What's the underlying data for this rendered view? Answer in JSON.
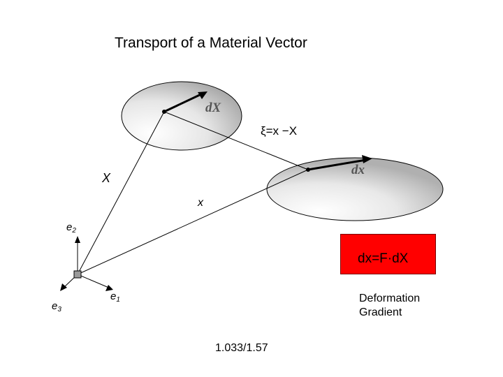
{
  "title": "Transport of a Material Vector",
  "labels": {
    "dX": "dX",
    "dx": "dx",
    "xi_eq": "ξ=x −X",
    "X": "X",
    "x": "x",
    "e2_base": "e",
    "e2_sub": "2",
    "e1_base": "e",
    "e1_sub": "1",
    "e3_base": "e",
    "e3_sub": "3"
  },
  "equation": {
    "text": "dx=F·dX",
    "background": "#ff0000"
  },
  "caption": {
    "line1": "Deformation",
    "line2": "Gradient"
  },
  "footer": "1.033/1.57"
}
